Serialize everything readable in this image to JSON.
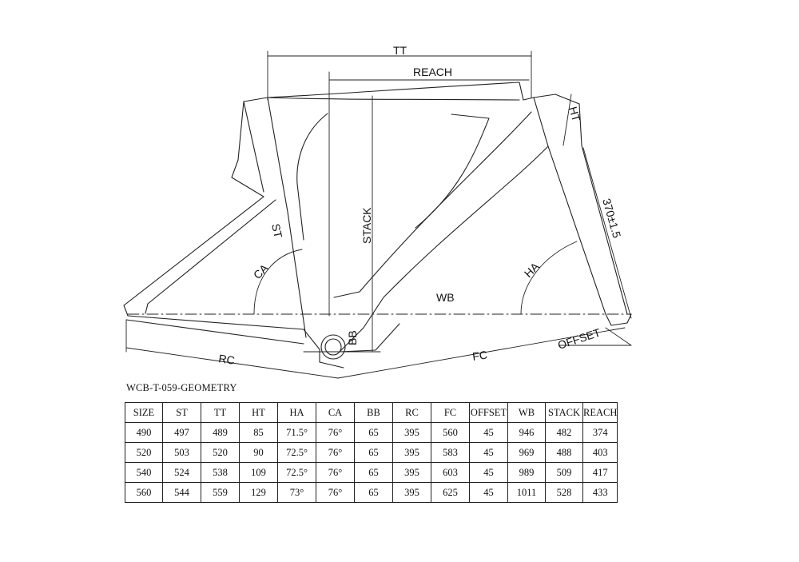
{
  "diagram": {
    "labels": {
      "tt": "TT",
      "reach": "REACH",
      "ht": "HT",
      "fork_length": "370±1.5",
      "st": "ST",
      "stack": "STACK",
      "ca": "CA",
      "ha": "HA",
      "wb": "WB",
      "bb": "BB",
      "offset": "OFFSET",
      "rc": "RC",
      "fc": "FC"
    }
  },
  "geometry": {
    "title": "WCB-T-059-GEOMETRY",
    "headers": [
      "SIZE",
      "ST",
      "TT",
      "HT",
      "HA",
      "CA",
      "BB",
      "RC",
      "FC",
      "OFFSET",
      "WB",
      "STACK",
      "REACH"
    ],
    "rows": [
      [
        "490",
        "497",
        "489",
        "85",
        "71.5°",
        "76°",
        "65",
        "395",
        "560",
        "45",
        "946",
        "482",
        "374"
      ],
      [
        "520",
        "503",
        "520",
        "90",
        "72.5°",
        "76°",
        "65",
        "395",
        "583",
        "45",
        "969",
        "488",
        "403"
      ],
      [
        "540",
        "524",
        "538",
        "109",
        "72.5°",
        "76°",
        "65",
        "395",
        "603",
        "45",
        "989",
        "509",
        "417"
      ],
      [
        "560",
        "544",
        "559",
        "129",
        "73°",
        "76°",
        "65",
        "395",
        "625",
        "45",
        "1011",
        "528",
        "433"
      ]
    ]
  }
}
